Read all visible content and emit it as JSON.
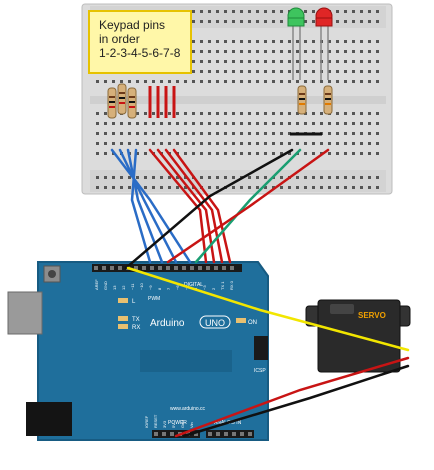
{
  "note": {
    "lines": [
      "Keypad pins",
      "in order",
      "1-2-3-4-5-6-7-8"
    ]
  },
  "board": {
    "name": "Arduino",
    "model": "UNO",
    "on_label": "ON",
    "icsp_label": "ICSP",
    "url": "www.arduino.cc",
    "tx_label": "TX",
    "rx_label": "RX",
    "l_label": "L",
    "digital_pins": [
      "AREF",
      "GND",
      "13",
      "12",
      "~11",
      "~10",
      "~9",
      "8",
      "7",
      "~6",
      "~5",
      "4",
      "~3",
      "2",
      "TX 1",
      "RX 0"
    ],
    "power_header": [
      "IOREF",
      "RESET",
      "3V3",
      "5V",
      "Gnd",
      "Vin"
    ],
    "power_label": "POWER",
    "analog_label": "ANALOG IN",
    "analog_pins": [
      "A0",
      "A1",
      "A2",
      "A3",
      "A4",
      "A5"
    ],
    "pwm_label": "PWM",
    "digital_label": "DIGITAL"
  },
  "servo": {
    "label": "SERVO"
  },
  "colors": {
    "board": "#1f6f9c",
    "board_dark": "#175b82",
    "breadboard": "#dcdcdc",
    "breadboard_strip": "#cfcfcf",
    "note_bg": "#fff7a8",
    "note_border": "#e6c200",
    "wire_blue": "#2a6cc6",
    "wire_red": "#c81414",
    "wire_black": "#111111",
    "wire_green": "#1a9e72",
    "wire_yellow": "#f2e600",
    "led_green": "#3ec45e",
    "led_red": "#e02626",
    "servo_body": "#2a2a2a",
    "servo_label": "#f0a000"
  }
}
